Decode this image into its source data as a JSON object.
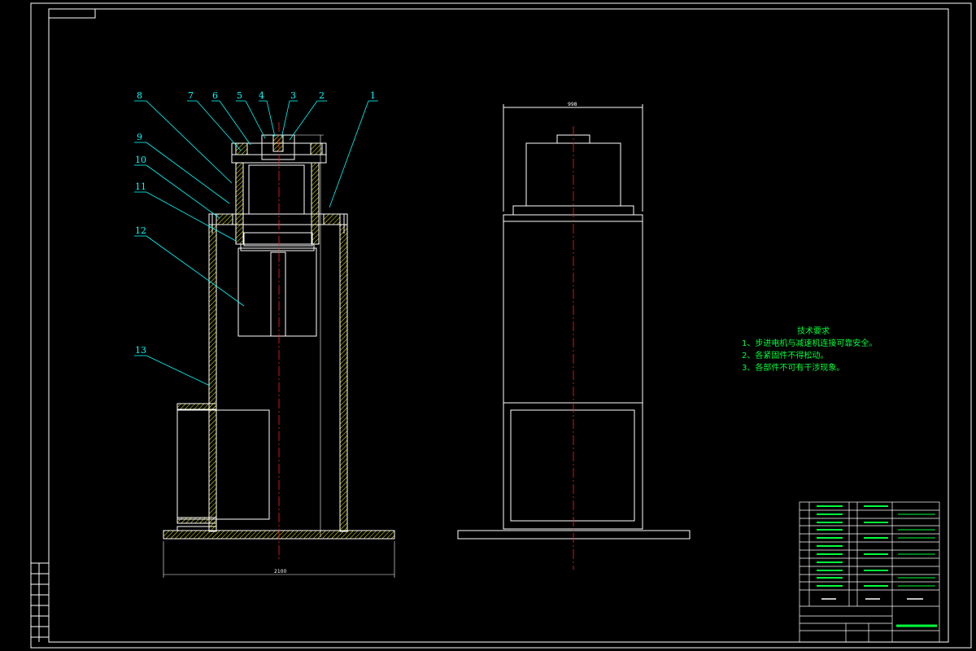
{
  "part_labels": [
    "8",
    "7",
    "6",
    "5",
    "4",
    "3",
    "2",
    "1",
    "9",
    "10",
    "11",
    "12",
    "13"
  ],
  "dimensions": {
    "overall_width": "2100",
    "top_width": "998"
  },
  "technical_requirements": {
    "title": "技术要求",
    "items": [
      "1、步进电机与减速机连接可靠安全。",
      "2、各紧固件不得松动。",
      "3、各部件不可有干涉现象。"
    ]
  },
  "colors": {
    "background": "#000000",
    "outline": "#ffffff",
    "leader": "#00ffff",
    "centerline": "#ff2020",
    "hatch": "#ffff00",
    "text_green": "#00ff3c"
  }
}
